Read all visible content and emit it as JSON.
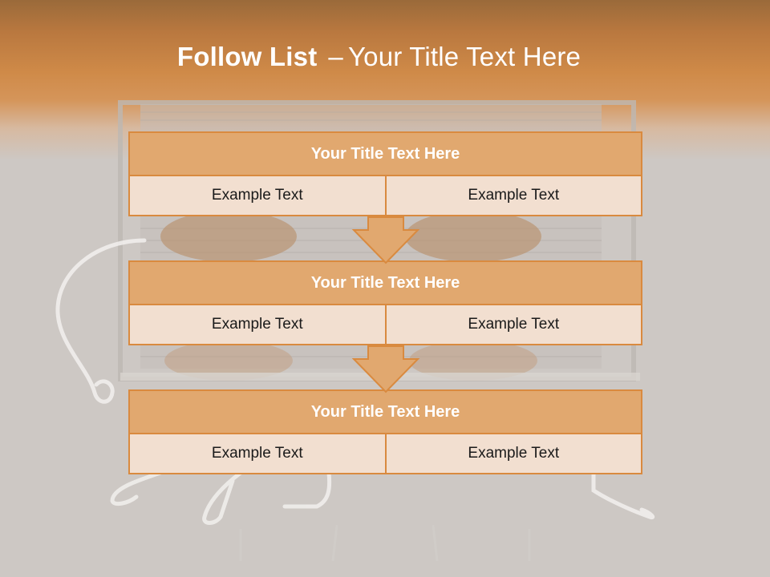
{
  "slide": {
    "title_bold": "Follow List",
    "title_separator": "–",
    "title_rest": "Your Title Text Here"
  },
  "blocks": [
    {
      "title": "Your Title Text Here",
      "left": "Example Text",
      "right": "Example Text"
    },
    {
      "title": "Your Title Text Here",
      "left": "Example Text",
      "right": "Example Text"
    },
    {
      "title": "Your Title Text Here",
      "left": "Example Text",
      "right": "Example Text"
    }
  ],
  "colors": {
    "accent": "#d98a3f",
    "title_fill": "#e1a86f",
    "cell_fill": "#f2dfd0",
    "background": "#cdc8c4"
  },
  "icons": [
    "down-arrow-icon",
    "down-arrow-icon"
  ]
}
